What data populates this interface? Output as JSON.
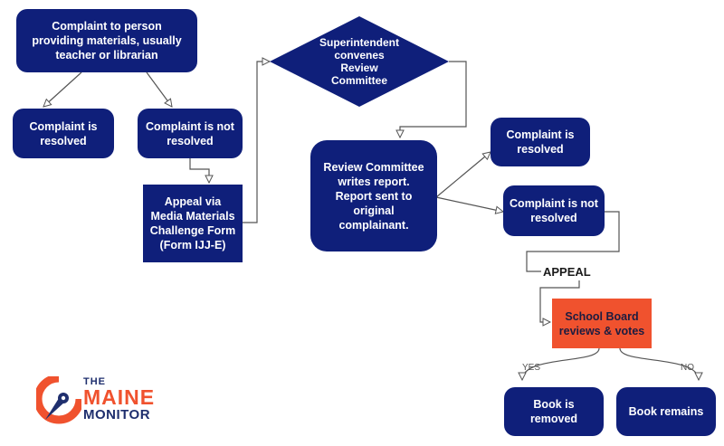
{
  "nodes": {
    "complaint_teacher": "Complaint to person\nproviding materials, usually\nteacher or librarian",
    "resolved_1": "Complaint is\nresolved",
    "not_resolved_1": "Complaint is not\nresolved",
    "appeal_form": "Appeal via\nMedia Materials\nChallenge Form\n(Form IJJ-E)",
    "superintendent": "Superintendent\nconvenes\nReview\nCommittee",
    "review_committee": "Review Committee\nwrites report.\nReport sent to\noriginal\ncomplainant.",
    "resolved_2": "Complaint is\nresolved",
    "not_resolved_2": "Complaint is not\nresolved",
    "appeal_label": "APPEAL",
    "school_board": "School Board\nreviews & votes",
    "book_removed": "Book is\nremoved",
    "book_remains": "Book remains"
  },
  "edge_labels": {
    "yes": "YES",
    "no": "NO"
  },
  "logo": {
    "the": "THE",
    "maine": "MAINE",
    "monitor": "MONITOR",
    "colors": {
      "orange": "#f0522e",
      "navy": "#1f2f6e"
    }
  },
  "colors": {
    "node_fill": "#0f1f7a",
    "decision_fill": "#f0522e",
    "connector": "#555555"
  }
}
